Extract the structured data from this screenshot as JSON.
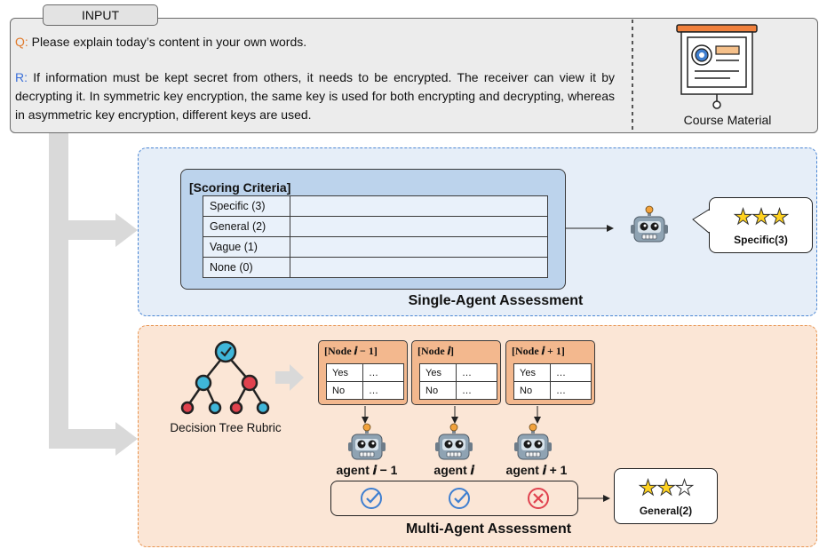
{
  "input": {
    "tab_label": "INPUT",
    "question_prefix": "Q:",
    "question": "Please explain today’s content in your own words.",
    "response_prefix": "R:",
    "response": "If information must be kept secret from others, it needs to be encrypted. The receiver can view it by decrypting it. In symmetric key encryption, the same key is used for both encrypting and decrypting, whereas in asymmetric key encryption, different keys are used.",
    "course_material_label": "Course Material"
  },
  "single_agent": {
    "criteria_title": "[Scoring Criteria]",
    "criteria": [
      {
        "label": "Specific (3)"
      },
      {
        "label": "General (2)"
      },
      {
        "label": "Vague (1)"
      },
      {
        "label": "None (0)"
      }
    ],
    "result": {
      "stars_filled": 3,
      "stars_total": 3,
      "label": "Specific(3)"
    },
    "section_label": "Single-Agent Assessment"
  },
  "multi_agent": {
    "tree_label": "Decision Tree Rubric",
    "nodes": [
      {
        "title": "[Node 𝒊 − 1]",
        "rows": [
          {
            "k": "Yes",
            "v": "…"
          },
          {
            "k": "No",
            "v": "…"
          }
        ]
      },
      {
        "title": "[Node 𝒊]",
        "rows": [
          {
            "k": "Yes",
            "v": "…"
          },
          {
            "k": "No",
            "v": "…"
          }
        ]
      },
      {
        "title": "[Node 𝒊 + 1]",
        "rows": [
          {
            "k": "Yes",
            "v": "…"
          },
          {
            "k": "No",
            "v": "…"
          }
        ]
      }
    ],
    "agents": [
      {
        "label": "agent 𝒊 − 1",
        "verdict": "pass"
      },
      {
        "label": "agent 𝒊",
        "verdict": "pass"
      },
      {
        "label": "agent 𝒊 + 1",
        "verdict": "fail"
      }
    ],
    "result": {
      "stars_filled": 2,
      "stars_total": 3,
      "label": "General(2)"
    },
    "section_label": "Multi-Agent Assessment"
  },
  "colors": {
    "single_panel_border": "#4a86d4",
    "multi_panel_border": "#e89450",
    "pass": "#3f7fd0",
    "fail": "#e0424e",
    "star": "#ffd21f"
  },
  "icons": [
    "course-material-icon",
    "robot-icon",
    "star-icon",
    "check-circle-icon",
    "x-circle-icon",
    "decision-tree-icon"
  ]
}
